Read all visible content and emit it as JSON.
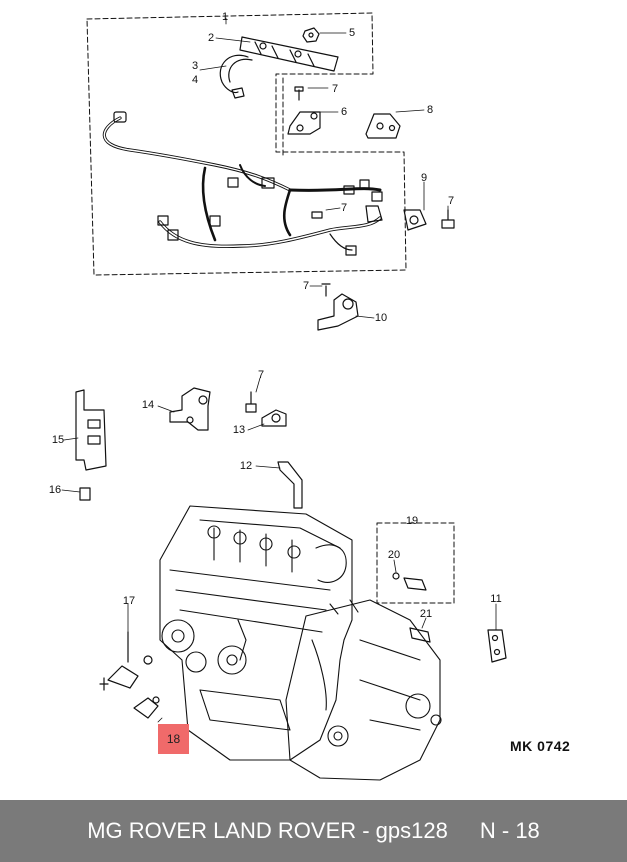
{
  "callouts": {
    "c1": "1",
    "c2": "2",
    "c3": "3",
    "c4": "4",
    "c5": "5",
    "c6": "6",
    "c7a": "7",
    "c7b": "7",
    "c7c": "7",
    "c7d": "7",
    "c7e": "7",
    "c8": "8",
    "c9": "9",
    "c10": "10",
    "c11": "11",
    "c12": "12",
    "c13": "13",
    "c14": "14",
    "c15": "15",
    "c16": "16",
    "c17": "17",
    "c18": "18",
    "c19": "19",
    "c20": "20",
    "c21": "21"
  },
  "highlight_color": "#f06a6a",
  "reference_code": "MK 0742",
  "footer": {
    "brand": "MG ROVER LAND ROVER - gps128",
    "page": "N - 18",
    "background": "#7a7a7a"
  }
}
